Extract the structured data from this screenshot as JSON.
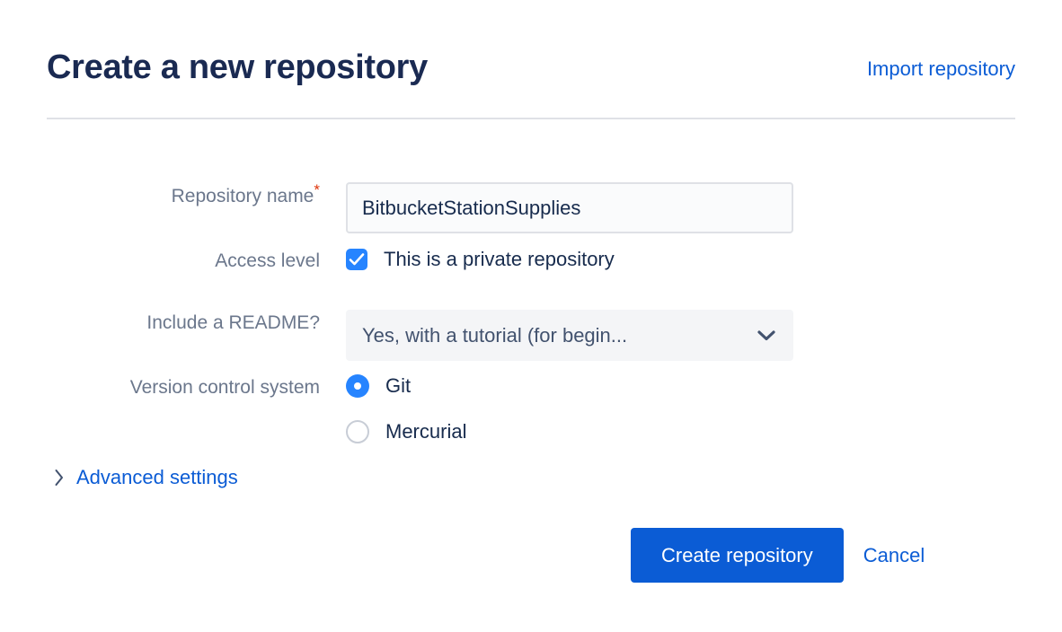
{
  "header": {
    "title": "Create a new repository",
    "import_link": "Import repository"
  },
  "form": {
    "repository_name": {
      "label": "Repository name",
      "required_marker": "*",
      "value": "BitbucketStationSupplies",
      "placeholder": ""
    },
    "access_level": {
      "label": "Access level",
      "checkbox_label": "This is a private repository",
      "checked": true
    },
    "readme": {
      "label": "Include a README?",
      "selected": "Yes, with a tutorial (for begin...",
      "options": [
        "Yes, with a tutorial (for begin..."
      ]
    },
    "version_control": {
      "label": "Version control system",
      "options": [
        {
          "label": "Git",
          "selected": true
        },
        {
          "label": "Mercurial",
          "selected": false
        }
      ]
    },
    "advanced_settings": {
      "label": "Advanced settings",
      "expanded": false
    }
  },
  "actions": {
    "primary_label": "Create repository",
    "cancel_label": "Cancel"
  },
  "colors": {
    "accent_blue": "#0b5cd5",
    "control_blue": "#2684ff",
    "title_navy": "#1a2a52",
    "label_gray": "#6b778c",
    "required_red": "#de350b",
    "divider": "#dfe1e6",
    "select_bg": "#f4f5f7",
    "input_bg": "#fafbfc"
  }
}
